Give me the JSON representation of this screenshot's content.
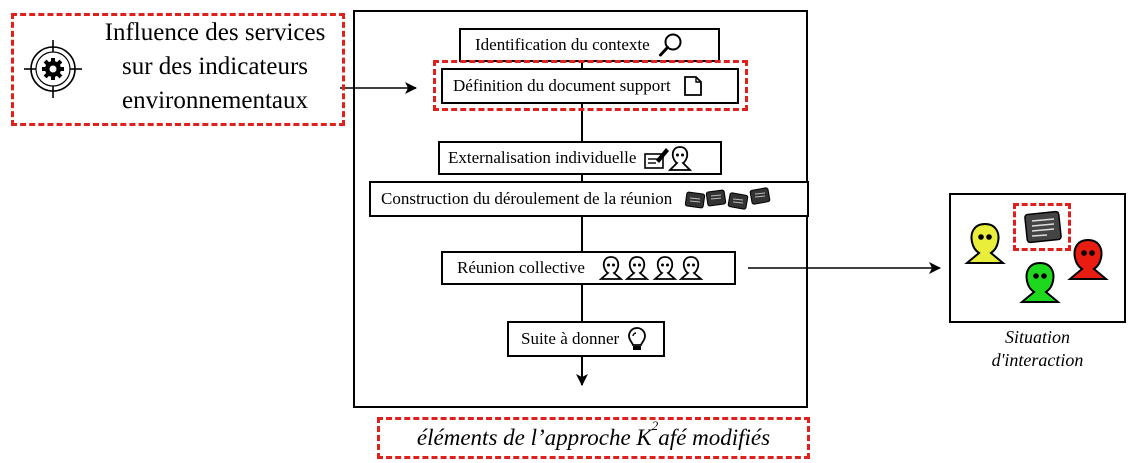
{
  "influence": {
    "line1": "Influence des services",
    "line2": "sur des indicateurs",
    "line3": "environnementaux",
    "icon": "target-gear-icon"
  },
  "steps": [
    {
      "label": "Identification du contexte",
      "icon": "magnifier-icon"
    },
    {
      "label": "Définition du document support",
      "icon": "document-icon"
    },
    {
      "label": "Externalisation individuelle",
      "icon": "writing-person-icon"
    },
    {
      "label": "Construction du déroulement de la réunion",
      "icon": "documents-stack-icon"
    },
    {
      "label": "Réunion collective",
      "icon": "people-group-icon"
    },
    {
      "label": "Suite à donner",
      "icon": "lightbulb-icon"
    }
  ],
  "situation": {
    "line1": "Situation",
    "line2": "d'interaction"
  },
  "caption": {
    "prefix": "éléments de l’approche K",
    "superscript": "2",
    "suffix": "afé modifiés"
  },
  "colors": {
    "highlight": "#e0201c",
    "yellow_person": "#e8ee3a",
    "green_person": "#1ed81e",
    "red_person": "#e81c10"
  }
}
